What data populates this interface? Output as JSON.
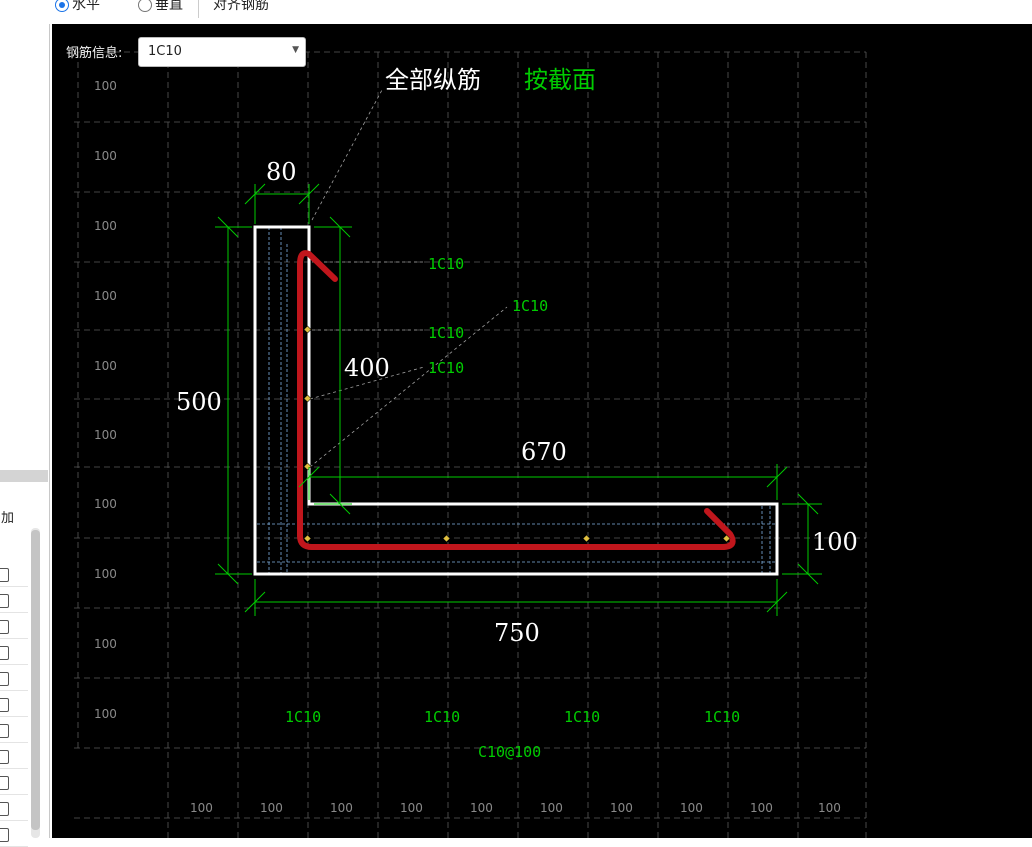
{
  "toolbar": {
    "horizontal_label": "水平",
    "vertical_label": "垂直",
    "align_rebar_label": "对齐钢筋"
  },
  "left_panel": {
    "column_header": "加"
  },
  "rebar_info": {
    "label": "钢筋信息:",
    "selected": "1C10"
  },
  "drawing": {
    "title_all": "全部纵筋",
    "title_section": "按截面",
    "dim_top": "80",
    "dim_left": "500",
    "dim_inner": "400",
    "dim_670": "670",
    "dim_right": "100",
    "dim_bottom": "750",
    "bar_labels": [
      "1C10",
      "1C10",
      "1C10",
      "1C10"
    ],
    "bottom_bar_labels": [
      "1C10",
      "1C10",
      "1C10",
      "1C10"
    ],
    "stirrup_label": "C10@100",
    "grid_y_labels": [
      "100",
      "100",
      "100",
      "100",
      "100",
      "100",
      "100",
      "100",
      "100",
      "100"
    ],
    "grid_x_labels": [
      "100",
      "100",
      "100",
      "100",
      "100",
      "100",
      "100",
      "100",
      "100",
      "100"
    ]
  },
  "colors": {
    "canvas_bg": "#000000",
    "outline": "#ffffff",
    "dimension": "#00cc00",
    "rebar": "#c0161c",
    "grid": "#5a5a5a",
    "stirrup_inner": "#7fb0e0"
  }
}
